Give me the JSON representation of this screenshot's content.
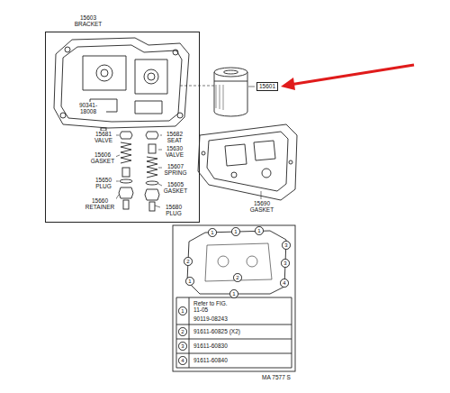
{
  "diagram": {
    "nodes": [
      {
        "text": [
          "15603 BRACKET"
        ]
      },
      {
        "text": [
          "15601"
        ]
      },
      {
        "text": [
          "1"
        ]
      },
      {
        "text": [
          "1"
        ]
      },
      {
        "text": [
          "1"
        ]
      },
      {
        "text": [
          "3"
        ]
      },
      {
        "text": [
          "2"
        ]
      },
      {
        "text": [
          "1"
        ]
      },
      {
        "text": [
          "2"
        ]
      },
      {
        "text": [
          "3"
        ]
      },
      {
        "text": [
          "4"
        ]
      },
      {
        "text": [
          "1"
        ]
      },
      {
        "text": [
          "1"
        ]
      },
      {
        "text": [
          "2"
        ]
      },
      {
        "text": [
          "3"
        ]
      },
      {
        "text": [
          "4"
        ]
      }
    ],
    "labels": [
      "90341-18008",
      "15681 VALVE",
      "15606 GASKET",
      "15650 PLUG",
      "15660 RETAINER",
      "15682 SEAT",
      "15630 VALVE",
      "15607 SPRING",
      "15605 GASKET",
      "15680 PLUG",
      "15690 GASKET",
      "Refer to FIG. 11-05",
      "90119-08243",
      "91611-60825 (X2)",
      "91611-60830",
      "91611-60840",
      "MA 7577 S"
    ]
  }
}
